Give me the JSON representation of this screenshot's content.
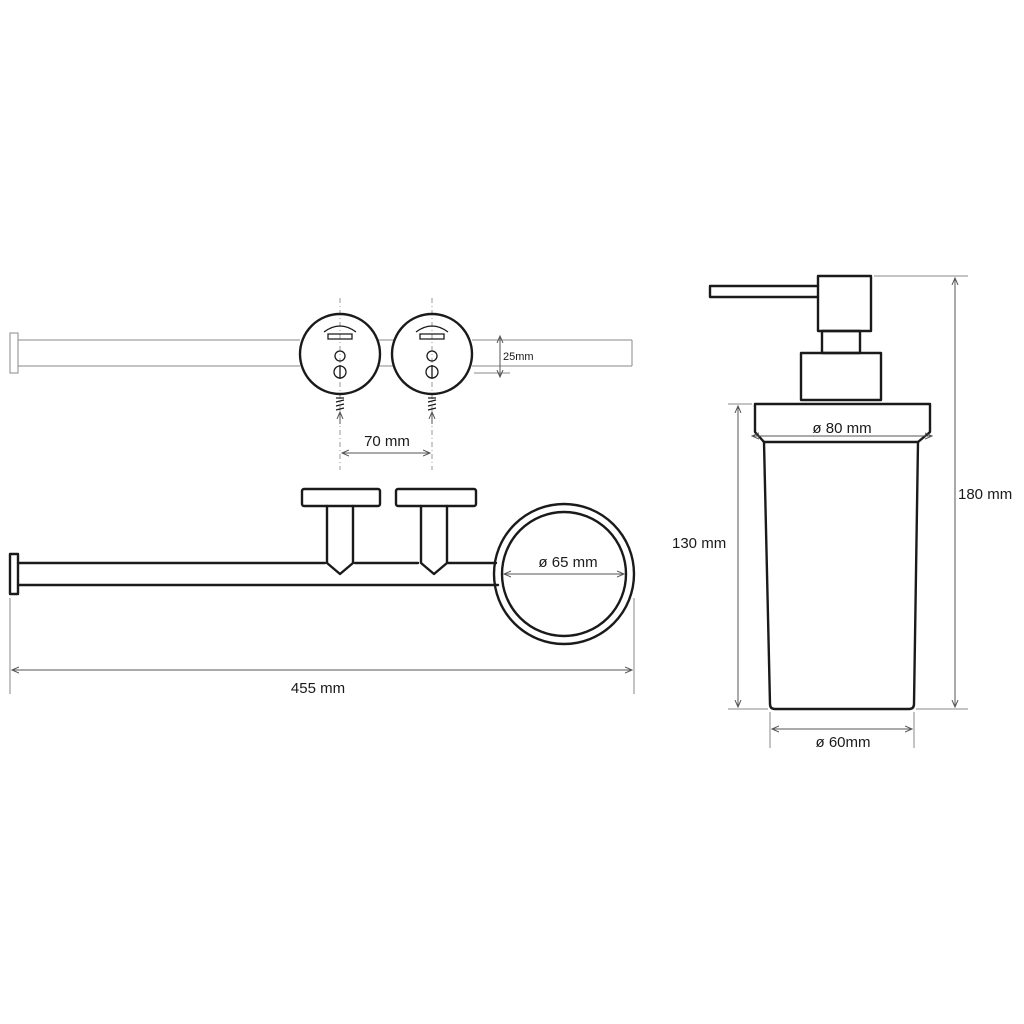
{
  "dimensions": {
    "mount_spacing": "70 mm",
    "plate_depth": "25mm",
    "ring_diameter": "ø 65 mm",
    "total_width": "455 mm",
    "lid_diameter": "ø 80 mm",
    "base_diameter": "ø 60mm",
    "glass_height": "130 mm",
    "total_height": "180 mm"
  }
}
